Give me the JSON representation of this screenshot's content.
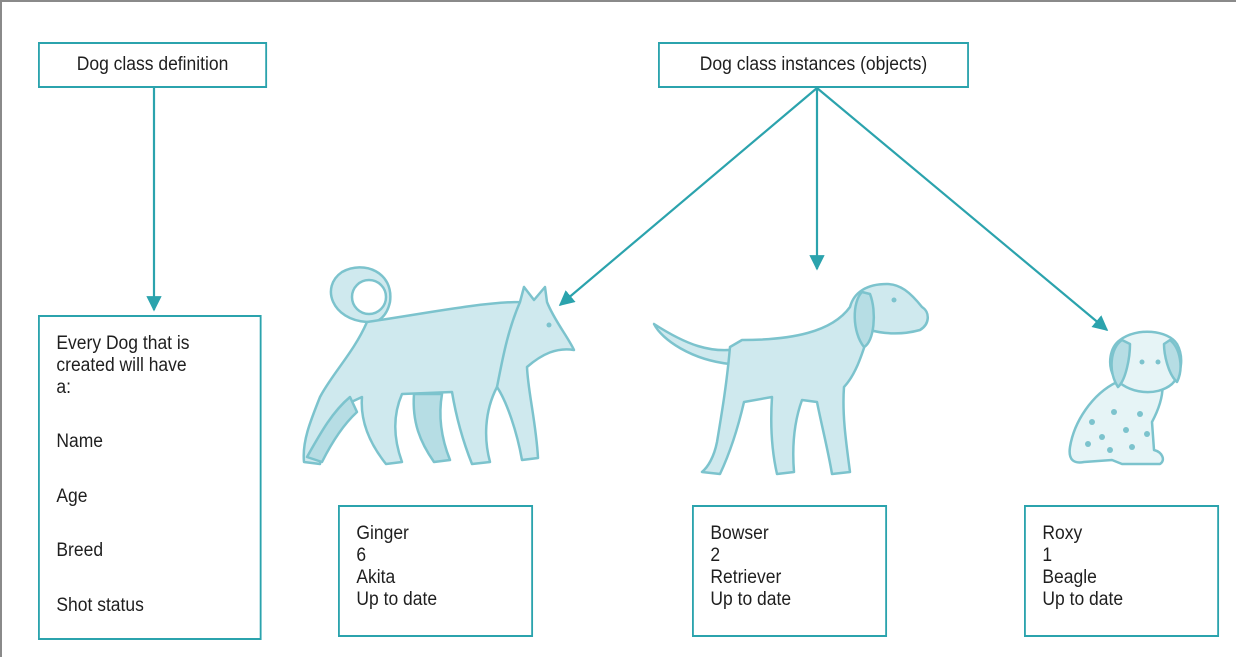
{
  "colors": {
    "accent": "#2ba3ad",
    "dog_fill": "#cfe9ee",
    "dog_line": "#7cc3cd",
    "frame": "#8a8a8a"
  },
  "definition": {
    "title": "Dog class definition",
    "lines": [
      "Every Dog that is",
      "created will have",
      "a:"
    ],
    "fields": [
      "Name",
      "Age",
      "Breed",
      "Shot status"
    ]
  },
  "instances": {
    "title": "Dog class instances (objects)",
    "dogs": [
      {
        "name": "Ginger",
        "age": "6",
        "breed": "Akita",
        "shots": "Up to date"
      },
      {
        "name": "Bowser",
        "age": "2",
        "breed": "Retriever",
        "shots": "Up to date"
      },
      {
        "name": "Roxy",
        "age": "1",
        "breed": "Beagle",
        "shots": "Up to date"
      }
    ]
  }
}
